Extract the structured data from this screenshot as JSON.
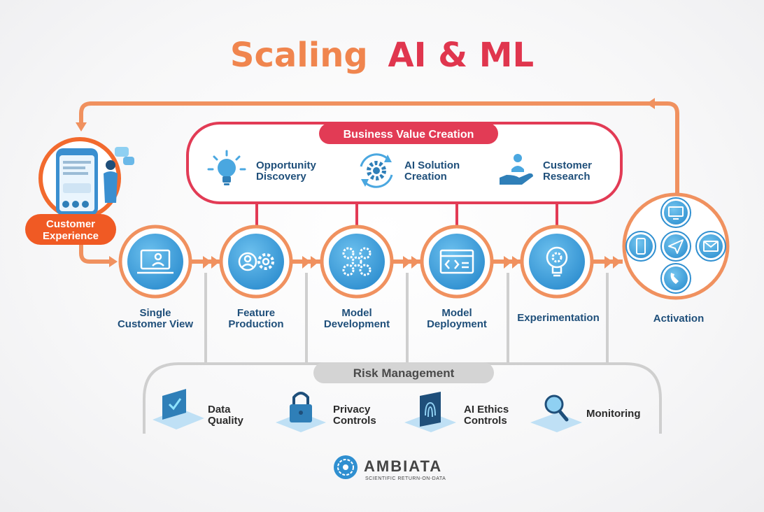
{
  "title": {
    "part1": "Scaling",
    "part2": "AI & ML"
  },
  "colors": {
    "orange": "#f0915f",
    "coral_red": "#e23b55",
    "orange_title": "#f0854e",
    "red_title": "#e0364e",
    "blue": "#2f96d4",
    "light_blue": "#8fd0f2",
    "navy": "#1f4f7a",
    "grey": "#c9c9c9",
    "grey_dark": "#4a4a4a"
  },
  "business_value": {
    "label": "Business Value Creation",
    "items": [
      {
        "line1": "Opportunity",
        "line2": "Discovery",
        "icon": "lightbulb-icon"
      },
      {
        "line1": "AI Solution",
        "line2": "Creation",
        "icon": "gear-cycle-icon"
      },
      {
        "line1": "Customer",
        "line2": "Research",
        "icon": "hand-person-icon"
      }
    ]
  },
  "customer_experience": {
    "line1": "Customer",
    "line2": "Experience",
    "icon": "smartphone-social-icon"
  },
  "stages": [
    {
      "line1": "Single",
      "line2": "Customer View",
      "icon": "laptop-profile-icon"
    },
    {
      "line1": "Feature",
      "line2": "Production",
      "icon": "people-gear-icon"
    },
    {
      "line1": "Model",
      "line2": "Development",
      "icon": "gears-icon"
    },
    {
      "line1": "Model",
      "line2": "Deployment",
      "icon": "code-window-icon"
    },
    {
      "line1": "Experimentation",
      "line2": "",
      "icon": "lightbulb-gear-icon"
    }
  ],
  "activation": {
    "label": "Activation",
    "icons": [
      "monitor-icon",
      "mobile-icon",
      "send-icon",
      "mail-icon",
      "phone-icon"
    ]
  },
  "risk_management": {
    "label": "Risk Management",
    "items": [
      {
        "line1": "Data",
        "line2": "Quality",
        "icon": "laptop-check-icon"
      },
      {
        "line1": "Privacy",
        "line2": "Controls",
        "icon": "padlock-icon"
      },
      {
        "line1": "AI Ethics",
        "line2": "Controls",
        "icon": "fingerprint-icon"
      },
      {
        "line1": "Monitoring",
        "line2": "",
        "icon": "magnifier-icon"
      }
    ]
  },
  "logo": {
    "name": "AMBIATA",
    "tagline": "SCIENTIFIC RETURN-ON-DATA"
  }
}
